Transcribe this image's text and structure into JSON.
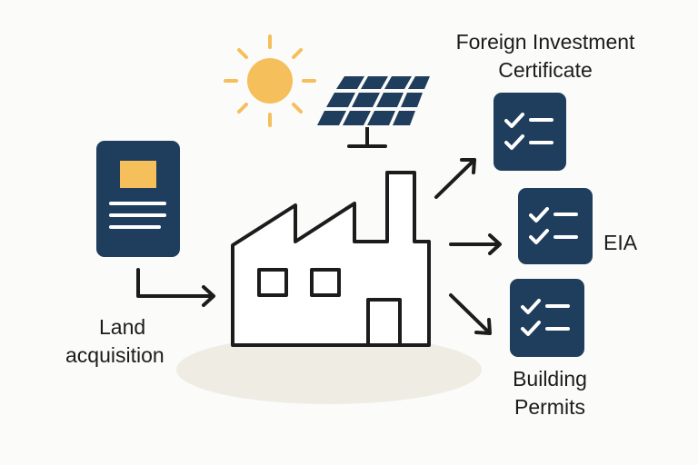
{
  "labels": {
    "foreign_investment": [
      "Foreign Investment",
      "Certificate"
    ],
    "eia": "EIA",
    "building_permits": [
      "Building",
      "Permits"
    ],
    "land_acquisition": [
      "Land",
      "acquisition"
    ]
  },
  "colors": {
    "navy": "#1f3d5c",
    "sun": "#f5bf5c",
    "outline": "#1c1c1c",
    "shadow": "#efece4",
    "background": "#fbfbf9",
    "white": "#ffffff"
  },
  "icons": [
    "sun-icon",
    "solar-panel-icon",
    "land-document-icon",
    "factory-icon",
    "checklist-icon",
    "arrow-icon"
  ]
}
